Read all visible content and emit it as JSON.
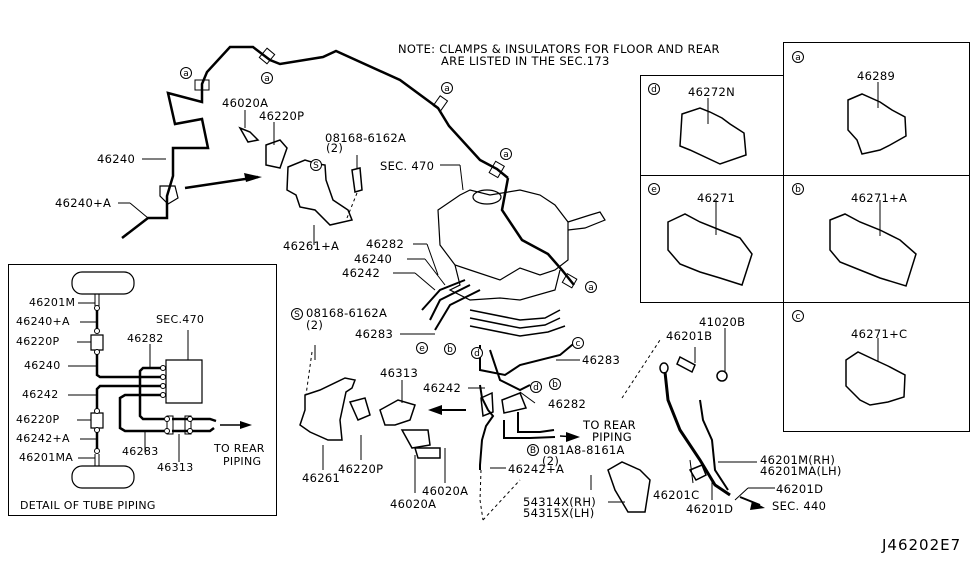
{
  "diagram": {
    "code": "J46202E7",
    "note_line1": "NOTE: CLAMPS & INSULATORS FOR FLOOR AND REAR",
    "note_line2": "ARE LISTED IN THE SEC.173"
  },
  "callouts": {
    "a": "a",
    "b": "b",
    "c": "c",
    "d": "d",
    "e": "e",
    "B": "B",
    "S": "S"
  },
  "main_labels": {
    "p46020A_top": "46020A",
    "p46220P_top": "46220P",
    "bolt_top": "08168-6162A",
    "bolt_top_qty": "(2)",
    "p46240": "46240",
    "p46240A": "46240+A",
    "p46261A": "46261+A",
    "sec470": "SEC. 470",
    "p46282": "46282",
    "p46240_mid": "46240",
    "p46242": "46242",
    "bolt_mid": "08168-6162A",
    "bolt_mid_qty": "(2)",
    "p46283": "46283",
    "p46283_right": "46283",
    "p46313": "46313",
    "p46242_low": "46242",
    "p46282_low": "46282",
    "p46261": "46261",
    "p46220P_low": "46220P",
    "p46020A_a": "46020A",
    "p46020A_b": "46020A",
    "to_rear": "TO REAR",
    "piping": "PIPING",
    "bolt_low": "081A8-8161A",
    "bolt_low_qty": "(2)",
    "p46242A": "46242+A",
    "p54314X": "54314X(RH)",
    "p54315X": "54315X(LH)",
    "p46201B": "46201B",
    "p41020B": "41020B",
    "p46201M": "46201M(RH)",
    "p46201MA": "46201MA(LH)",
    "p46201C": "46201C",
    "p46201D_a": "46201D",
    "p46201D_b": "46201D",
    "sec440": "SEC. 440"
  },
  "clamp_panels": [
    {
      "callout": "d",
      "part": "46272N"
    },
    {
      "callout": "a",
      "part": "46289"
    },
    {
      "callout": "e",
      "part": "46271"
    },
    {
      "callout": "b",
      "part": "46271+A"
    },
    {
      "callout": "c",
      "part": "46271+C"
    }
  ],
  "detail": {
    "title": "DETAIL OF TUBE PIPING",
    "sec": "SEC.470",
    "left_labels": [
      "46201M",
      "46240+A",
      "46220P",
      "46240",
      "46242",
      "46220P",
      "46242+A",
      "46201MA"
    ],
    "p46282": "46282",
    "p46283": "46283",
    "p46313": "46313",
    "to_rear": "TO REAR",
    "piping": "PIPING"
  }
}
